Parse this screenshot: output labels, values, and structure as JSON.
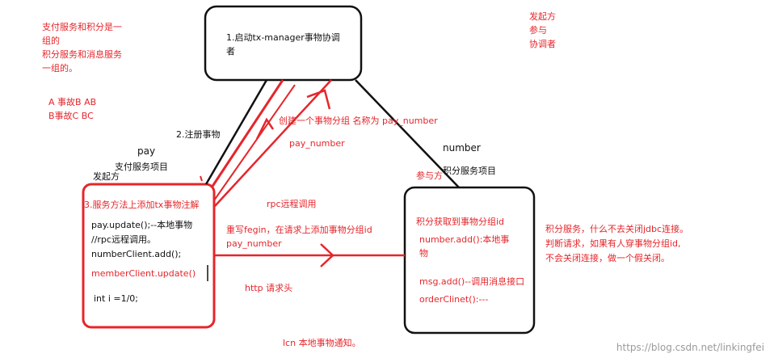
{
  "colors": {
    "red": "#e5262b",
    "black": "#111111"
  },
  "boxes": {
    "coordinator": {
      "line1": "1.启动tx-manager事物协调",
      "line2": "者"
    },
    "pay_service": {
      "title": "3.服务方法上添加tx事物注解",
      "lines": [
        "pay.update();--本地事物",
        "//rpc远程调用。",
        "numberClient.add();"
      ],
      "member_line": "memberClient.update()",
      "int_line": "int i =1/0;"
    },
    "number_service": {
      "title": "积分获取到事物分组id",
      "lines": [
        "number.add():本地事",
        "物",
        "",
        "msg.add()--调用消息接口",
        "orderClinet():---"
      ]
    }
  },
  "notes": {
    "top_left": [
      "支付服务和积分是一",
      "组的",
      "积分服务和消息服务",
      "一组的。"
    ],
    "ab_line1": "A 事故B AB",
    "ab_line2": "B事故C BC",
    "top_right": [
      "发起方",
      "参与",
      "协调者"
    ],
    "right_note": [
      "积分服务，什么不去关闭jdbc连接。",
      "判断请求，如果有人穿事物分组id,",
      "不会关闭连接，做一个假关闭。"
    ]
  },
  "labels": {
    "register": "2.注册事物",
    "pay": "pay",
    "pay_project": "支付服务项目",
    "initiator": "发起方",
    "create_group": "创建一个事物分组 名称为 pay_number",
    "pay_number_mid": "pay_number",
    "number": "number",
    "number_project": "积分服务项目",
    "participant": "参与方",
    "rpc_call": "rpc远程调用",
    "rewrite": "重写fegin，在请求上添加事物分组id",
    "pay_number_arrow": "pay_number",
    "http_header": "http 请求头",
    "lcn_notice": "lcn 本地事物通知。",
    "watermark": "https://blog.csdn.net/linkingfei"
  }
}
